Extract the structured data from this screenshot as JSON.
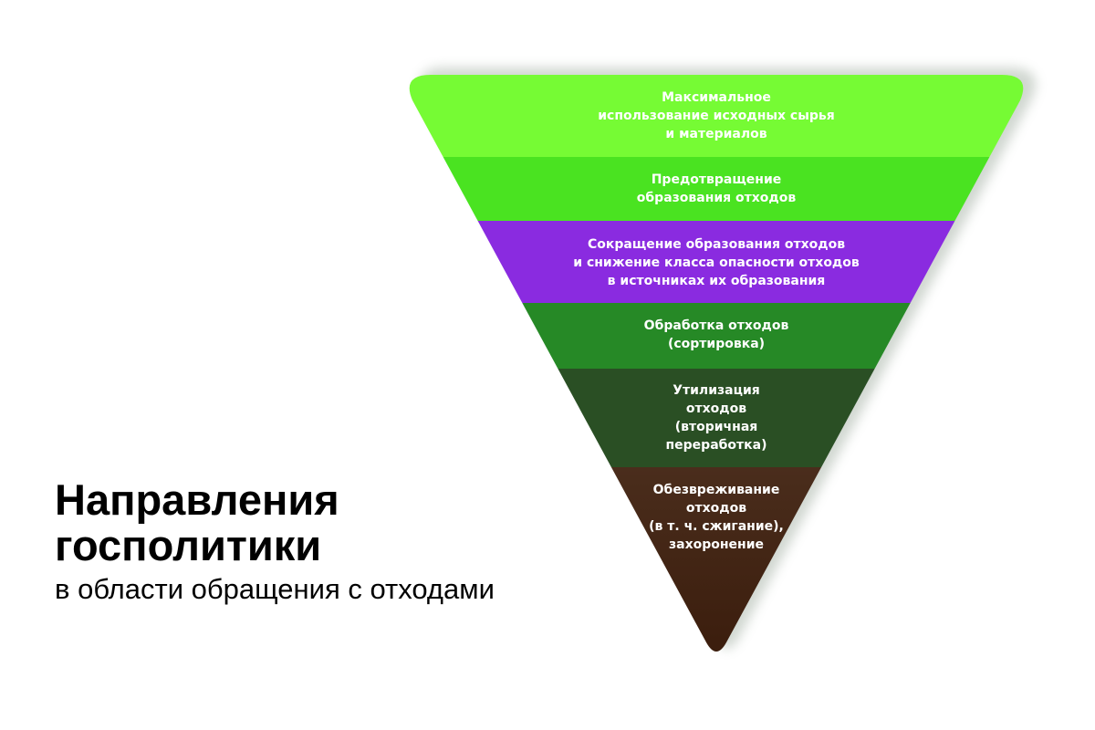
{
  "title": {
    "line1": "Направления",
    "line2": "госполитики",
    "subtitle": "в области обращения с отходами"
  },
  "pyramid": {
    "layers": [
      {
        "color": "#76fb34",
        "lines": [
          "Максимальное",
          "использование исходных сырья",
          "и материалов"
        ]
      },
      {
        "color": "#4ae321",
        "lines": [
          "Предотвращение",
          "образования отходов"
        ]
      },
      {
        "color": "#8a2be0",
        "lines": [
          "Сокращение образования отходов",
          "и снижение класса опасности отходов",
          "в источниках их образования"
        ]
      },
      {
        "color": "#268926",
        "lines": [
          "Обработка отходов",
          "(сортировка)"
        ]
      },
      {
        "color": "#2a4f24",
        "lines": [
          "Утилизация",
          "отходов",
          "(вторичная",
          "переработка)"
        ]
      },
      {
        "color": "#4a2d1c",
        "lines": [
          "Обезвреживание",
          "отходов",
          "(в т. ч. сжигание),",
          "захоронение"
        ]
      }
    ]
  }
}
